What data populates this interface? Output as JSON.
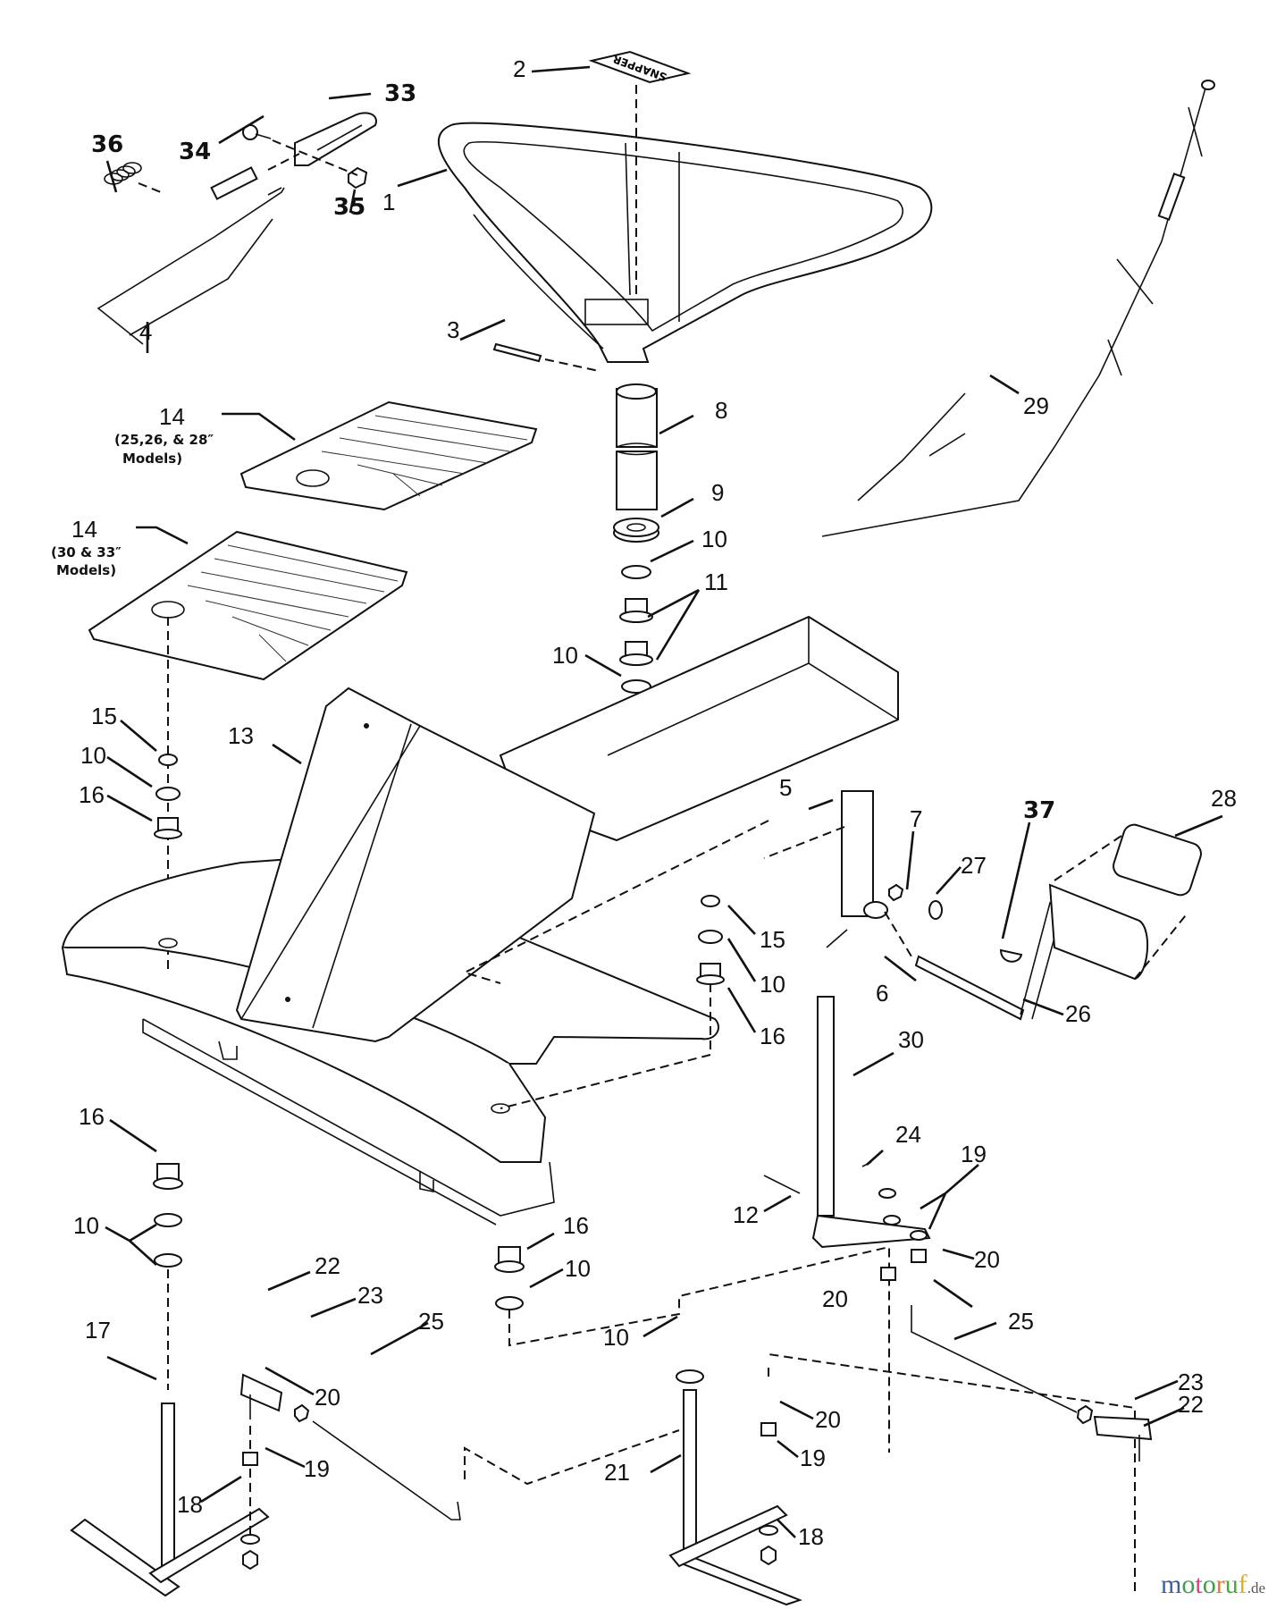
{
  "diagram": {
    "title": "Snapper rear-engine rider — steering / seat frame exploded parts view",
    "decal_text": "SNAPPER",
    "callouts": [
      {
        "id": "c1",
        "label": "1"
      },
      {
        "id": "c2",
        "label": "2"
      },
      {
        "id": "c3",
        "label": "3"
      },
      {
        "id": "c4",
        "label": "4"
      },
      {
        "id": "c5",
        "label": "5"
      },
      {
        "id": "c6",
        "label": "6"
      },
      {
        "id": "c7",
        "label": "7"
      },
      {
        "id": "c8",
        "label": "8"
      },
      {
        "id": "c9",
        "label": "9"
      },
      {
        "id": "c10a",
        "label": "10"
      },
      {
        "id": "c10b",
        "label": "10"
      },
      {
        "id": "c10c",
        "label": "10"
      },
      {
        "id": "c10d",
        "label": "10"
      },
      {
        "id": "c10e",
        "label": "10"
      },
      {
        "id": "c10f",
        "label": "10"
      },
      {
        "id": "c10g",
        "label": "10"
      },
      {
        "id": "c11",
        "label": "11"
      },
      {
        "id": "c12",
        "label": "12"
      },
      {
        "id": "c13",
        "label": "13"
      },
      {
        "id": "c14a",
        "label": "14"
      },
      {
        "id": "c14b",
        "label": "14"
      },
      {
        "id": "c15a",
        "label": "15"
      },
      {
        "id": "c15b",
        "label": "15"
      },
      {
        "id": "c16a",
        "label": "16"
      },
      {
        "id": "c16b",
        "label": "16"
      },
      {
        "id": "c16c",
        "label": "16"
      },
      {
        "id": "c16d",
        "label": "16"
      },
      {
        "id": "c17",
        "label": "17"
      },
      {
        "id": "c18a",
        "label": "18"
      },
      {
        "id": "c18b",
        "label": "18"
      },
      {
        "id": "c19a",
        "label": "19"
      },
      {
        "id": "c19b",
        "label": "19"
      },
      {
        "id": "c19c",
        "label": "19"
      },
      {
        "id": "c20a",
        "label": "20"
      },
      {
        "id": "c20b",
        "label": "20"
      },
      {
        "id": "c20c",
        "label": "20"
      },
      {
        "id": "c20d",
        "label": "20"
      },
      {
        "id": "c21",
        "label": "21"
      },
      {
        "id": "c22a",
        "label": "22"
      },
      {
        "id": "c22b",
        "label": "22"
      },
      {
        "id": "c23a",
        "label": "23"
      },
      {
        "id": "c23b",
        "label": "23"
      },
      {
        "id": "c24",
        "label": "24"
      },
      {
        "id": "c25a",
        "label": "25"
      },
      {
        "id": "c25b",
        "label": "25"
      },
      {
        "id": "c26",
        "label": "26"
      },
      {
        "id": "c27",
        "label": "27"
      },
      {
        "id": "c28",
        "label": "28"
      },
      {
        "id": "c29",
        "label": "29"
      },
      {
        "id": "c30",
        "label": "30"
      },
      {
        "id": "c33",
        "label": "33"
      },
      {
        "id": "c34",
        "label": "34"
      },
      {
        "id": "c35",
        "label": "35"
      },
      {
        "id": "c36",
        "label": "36"
      },
      {
        "id": "c37",
        "label": "37"
      }
    ],
    "notes": {
      "mat_small_line1": "(25,26, & 28″",
      "mat_small_line2": "Models)",
      "mat_large_line1": "(30 & 33″",
      "mat_large_line2": "Models)"
    }
  },
  "watermark": {
    "letters": [
      {
        "ch": "m",
        "color": "#3a5fa8"
      },
      {
        "ch": "o",
        "color": "#3aa04a"
      },
      {
        "ch": "t",
        "color": "#d6428a"
      },
      {
        "ch": "o",
        "color": "#3aa04a"
      },
      {
        "ch": "r",
        "color": "#e07a22"
      },
      {
        "ch": "u",
        "color": "#4aa83a"
      },
      {
        "ch": "f",
        "color": "#e0b020"
      }
    ],
    "tld": ".de"
  }
}
